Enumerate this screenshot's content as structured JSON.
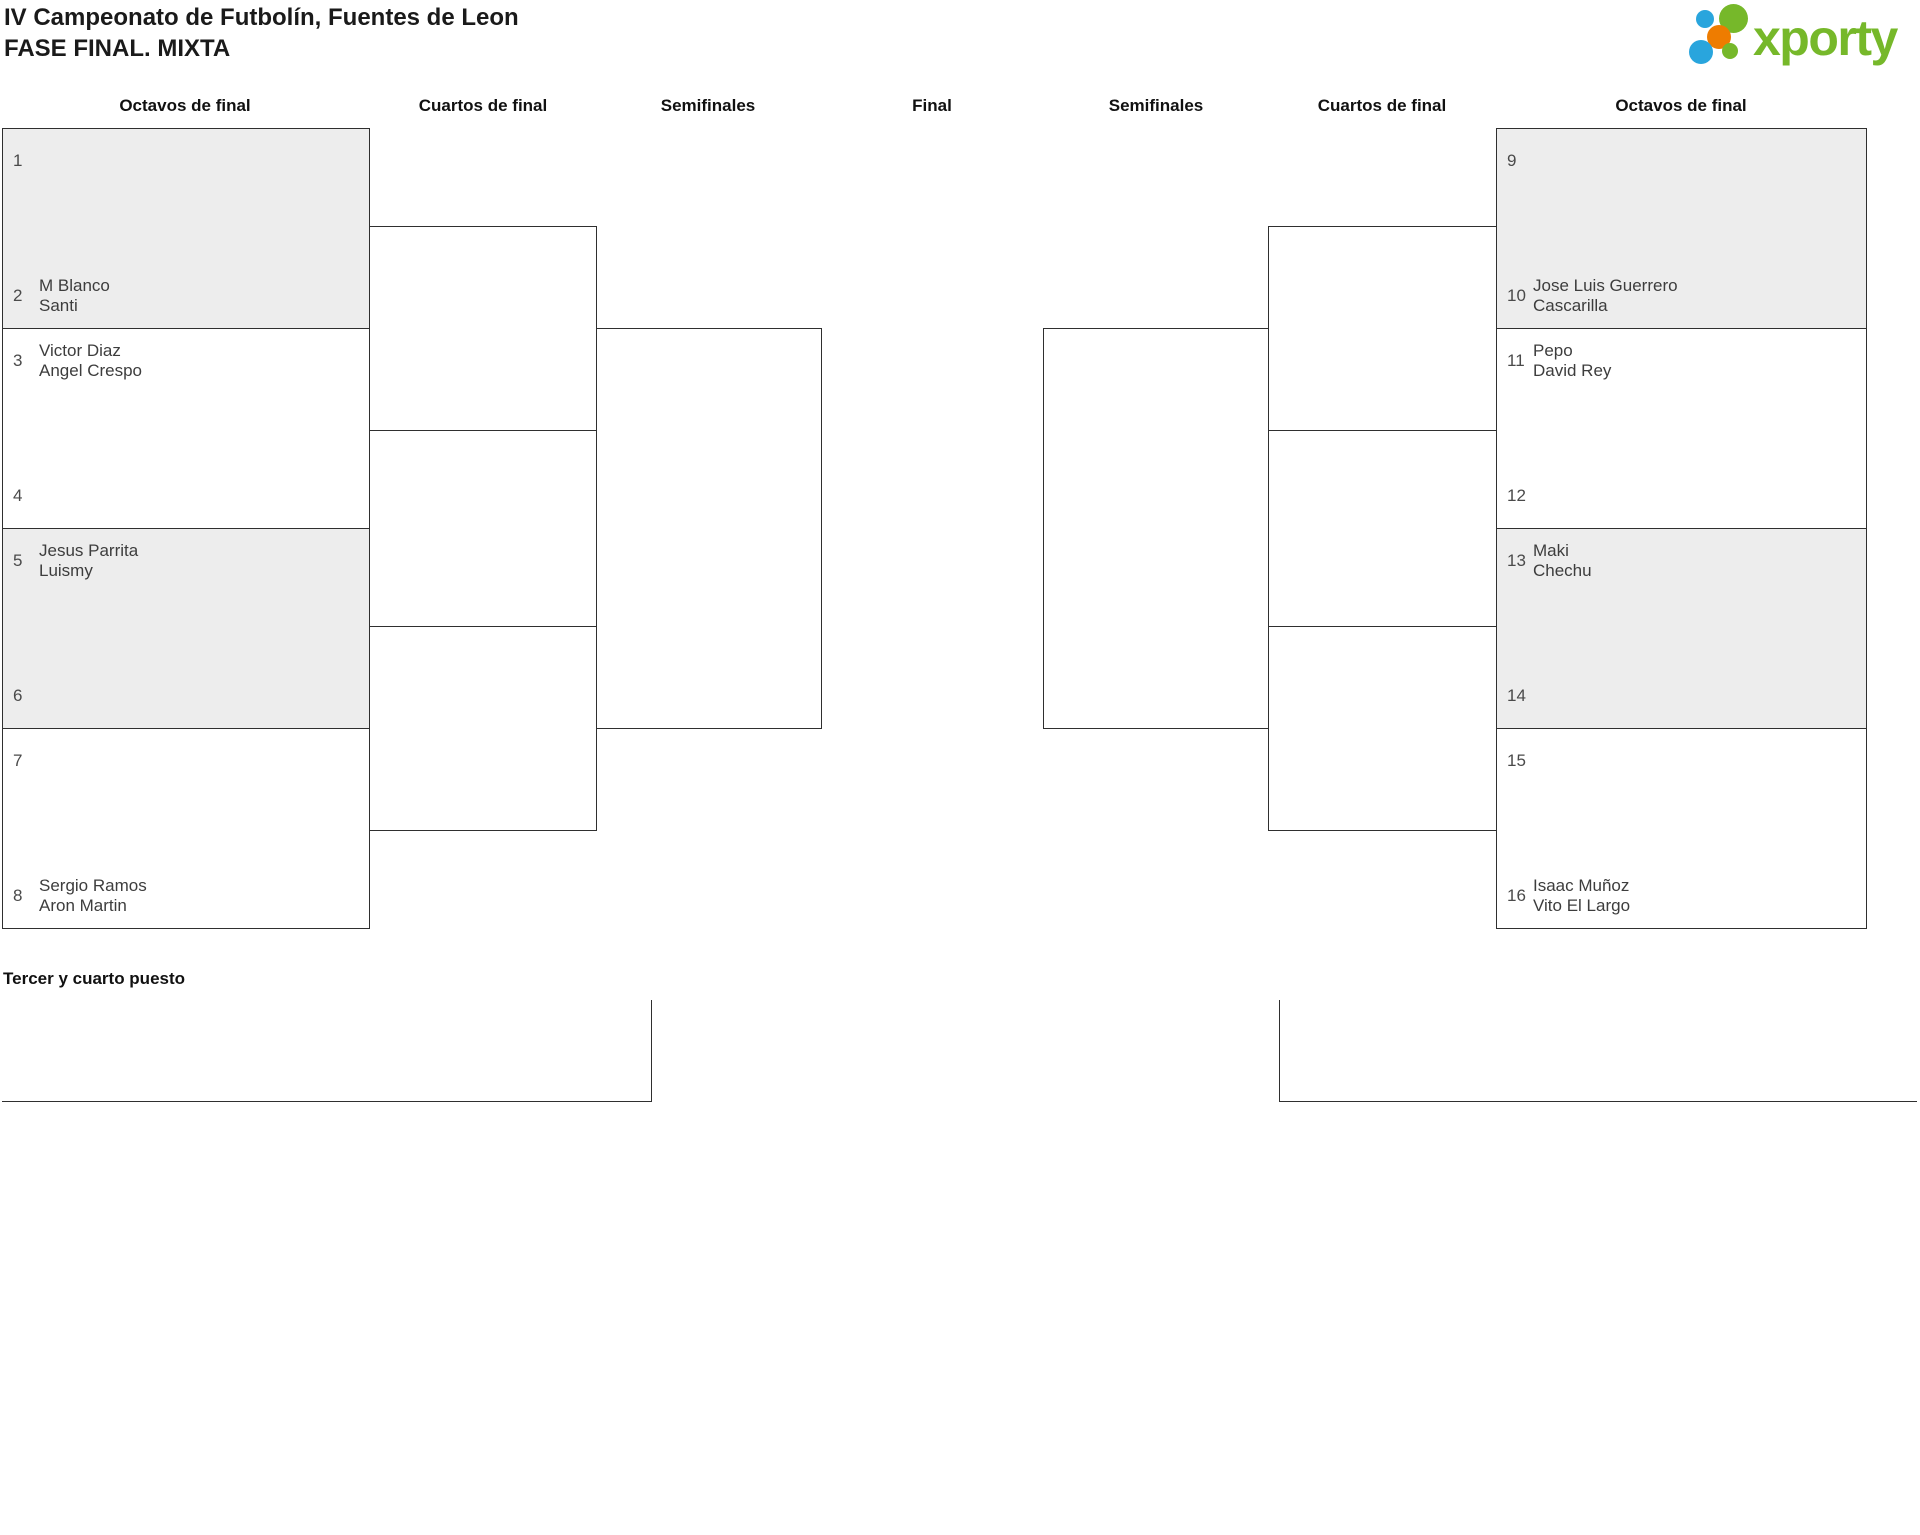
{
  "header": {
    "title_line1": "IV Campeonato de Futbolín, Fuentes de Leon",
    "title_line2": "FASE FINAL. MIXTA"
  },
  "logo": {
    "text": "xporty",
    "green": "#76b82a",
    "orange": "#ee7c00",
    "blue": "#29a5dd"
  },
  "rounds": [
    "Octavos de final",
    "Cuartos de final",
    "Semifinales",
    "Final",
    "Semifinales",
    "Cuartos de final",
    "Octavos de final"
  ],
  "third_place_label": "Tercer y cuarto puesto",
  "slots": [
    {
      "n": "1",
      "p1": "",
      "p2": ""
    },
    {
      "n": "2",
      "p1": "M Blanco",
      "p2": "Santi"
    },
    {
      "n": "3",
      "p1": "Victor Diaz",
      "p2": "Angel Crespo"
    },
    {
      "n": "4",
      "p1": "",
      "p2": ""
    },
    {
      "n": "5",
      "p1": "Jesus Parrita",
      "p2": "Luismy"
    },
    {
      "n": "6",
      "p1": "",
      "p2": ""
    },
    {
      "n": "7",
      "p1": "",
      "p2": ""
    },
    {
      "n": "8",
      "p1": "Sergio Ramos",
      "p2": "Aron Martin"
    },
    {
      "n": "9",
      "p1": "",
      "p2": ""
    },
    {
      "n": "10",
      "p1": "Jose Luis Guerrero",
      "p2": "Cascarilla"
    },
    {
      "n": "11",
      "p1": "Pepo",
      "p2": "David Rey"
    },
    {
      "n": "12",
      "p1": "",
      "p2": ""
    },
    {
      "n": "13",
      "p1": "Maki",
      "p2": "Chechu"
    },
    {
      "n": "14",
      "p1": "",
      "p2": ""
    },
    {
      "n": "15",
      "p1": "",
      "p2": ""
    },
    {
      "n": "16",
      "p1": "Isaac Muñoz",
      "p2": "Vito El Largo"
    }
  ]
}
